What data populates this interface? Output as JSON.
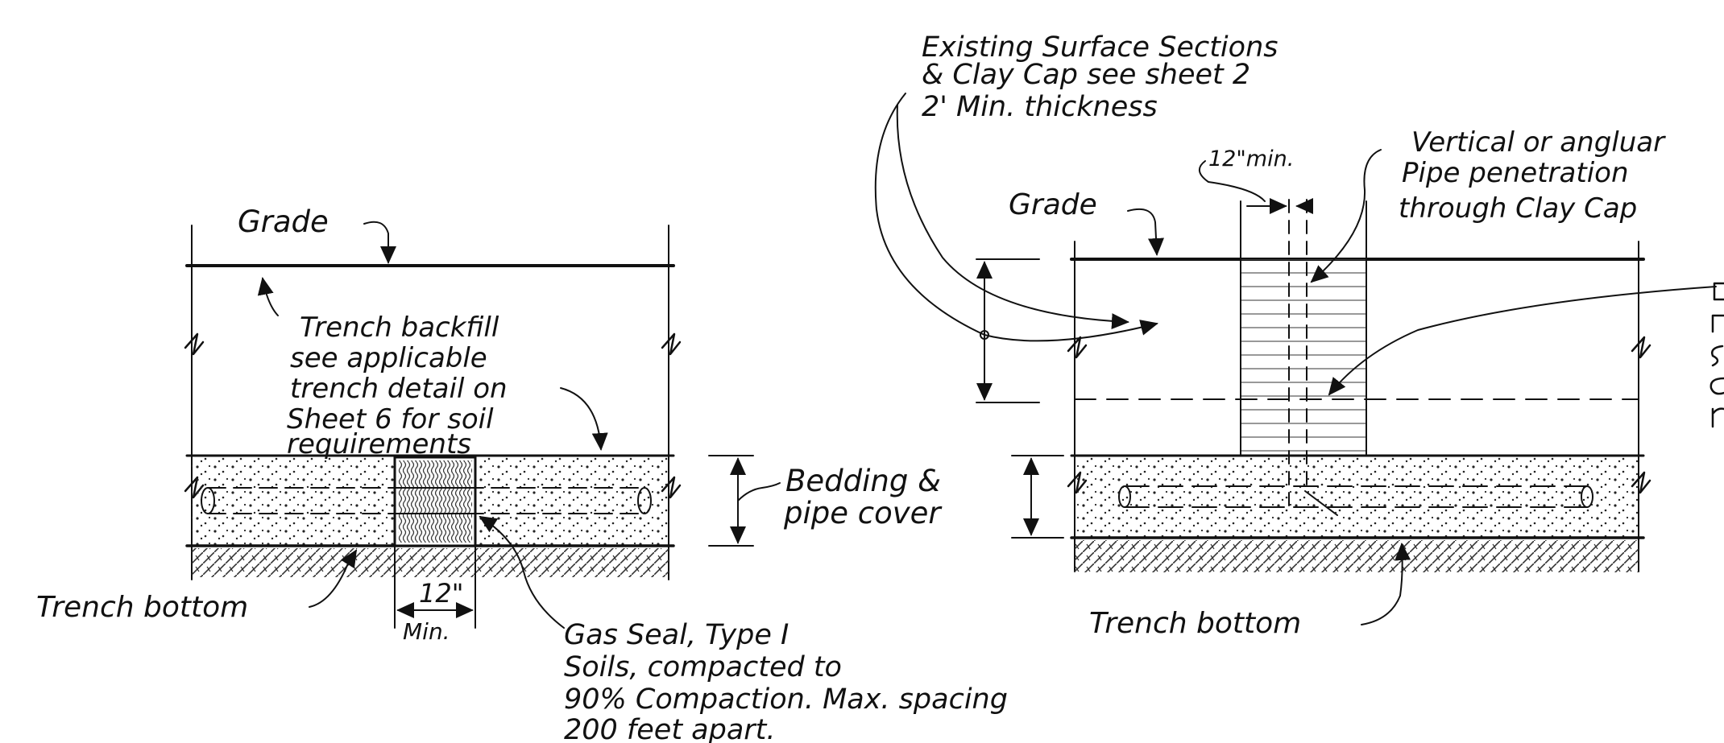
{
  "left_detail": {
    "grade_label": "Grade",
    "backfill_note": [
      "Trench backfill",
      "see applicable",
      "trench detail on",
      "Sheet 6 for soil",
      "requirements"
    ],
    "bedding_label": [
      "Bedding &",
      "pipe cover"
    ],
    "trench_bottom_label": "Trench bottom",
    "seal_width": [
      "12\"",
      "Min."
    ],
    "gas_seal_note": [
      "Gas Seal, Type I",
      "Soils, compacted to",
      "90% Compaction. Max. spacing",
      "200 feet apart."
    ]
  },
  "right_detail": {
    "surface_note": [
      "Existing Surface Sections",
      "& Clay Cap see sheet 2",
      "2' Min. thickness"
    ],
    "min_clearance_label": "12\"min.",
    "grade_label": "Grade",
    "penetration_note": [
      "Vertical or angluar",
      "Pipe penetration",
      "through Clay Cap"
    ],
    "trench_bottom_label": "Trench bottom",
    "cut_off_note": [
      "",
      "",
      "",
      "",
      ""
    ]
  }
}
